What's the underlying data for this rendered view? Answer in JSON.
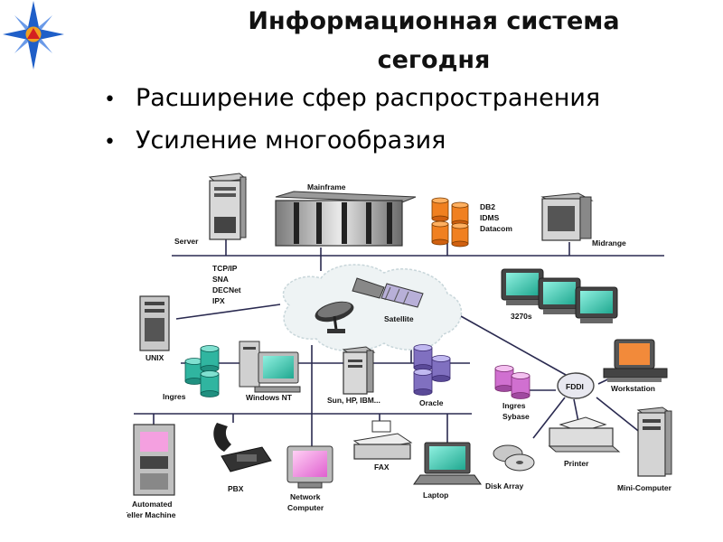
{
  "slide": {
    "title_line1": "Информационная система",
    "title_line2": "сегодня",
    "bullets": [
      "Расширение сфер распространения",
      "Усиление многообразия"
    ]
  },
  "diagram": {
    "labels": {
      "server": "Server",
      "mainframe": "Mainframe",
      "db2": "DB2",
      "idms": "IDMS",
      "datacom": "Datacom",
      "midrange": "Midrange",
      "tcpip": "TCP/IP",
      "sna": "SNA",
      "decnet": "DECNet",
      "ipx": "IPX",
      "satellite": "Satellite",
      "t3270": "3270s",
      "unix": "UNIX",
      "ingres": "Ingres",
      "windowsnt": "Windows NT",
      "sun": "Sun, HP, IBM...",
      "oracle": "Oracle",
      "fddi": "FDDI",
      "workstation": "Workstation",
      "ingres2": "Ingres",
      "sybase": "Sybase",
      "printer": "Printer",
      "fax": "FAX",
      "laptop": "Laptop",
      "diskarray": "Disk Array",
      "minicomputer": "Mini-Computer",
      "pbx": "PBX",
      "netcomp1": "Network",
      "netcomp2": "Computer",
      "atm1": "Automated",
      "atm2": "Teller Machine"
    }
  },
  "colors": {
    "accent_blue": "#1f5fc8",
    "logo_red": "#d42020",
    "db_orange": "#f08020",
    "db_teal": "#30b5a0",
    "db_purple": "#8070c0",
    "db_pink": "#d070d0",
    "screen_teal": "#30c0b0",
    "screen_pink": "#f080e0"
  }
}
